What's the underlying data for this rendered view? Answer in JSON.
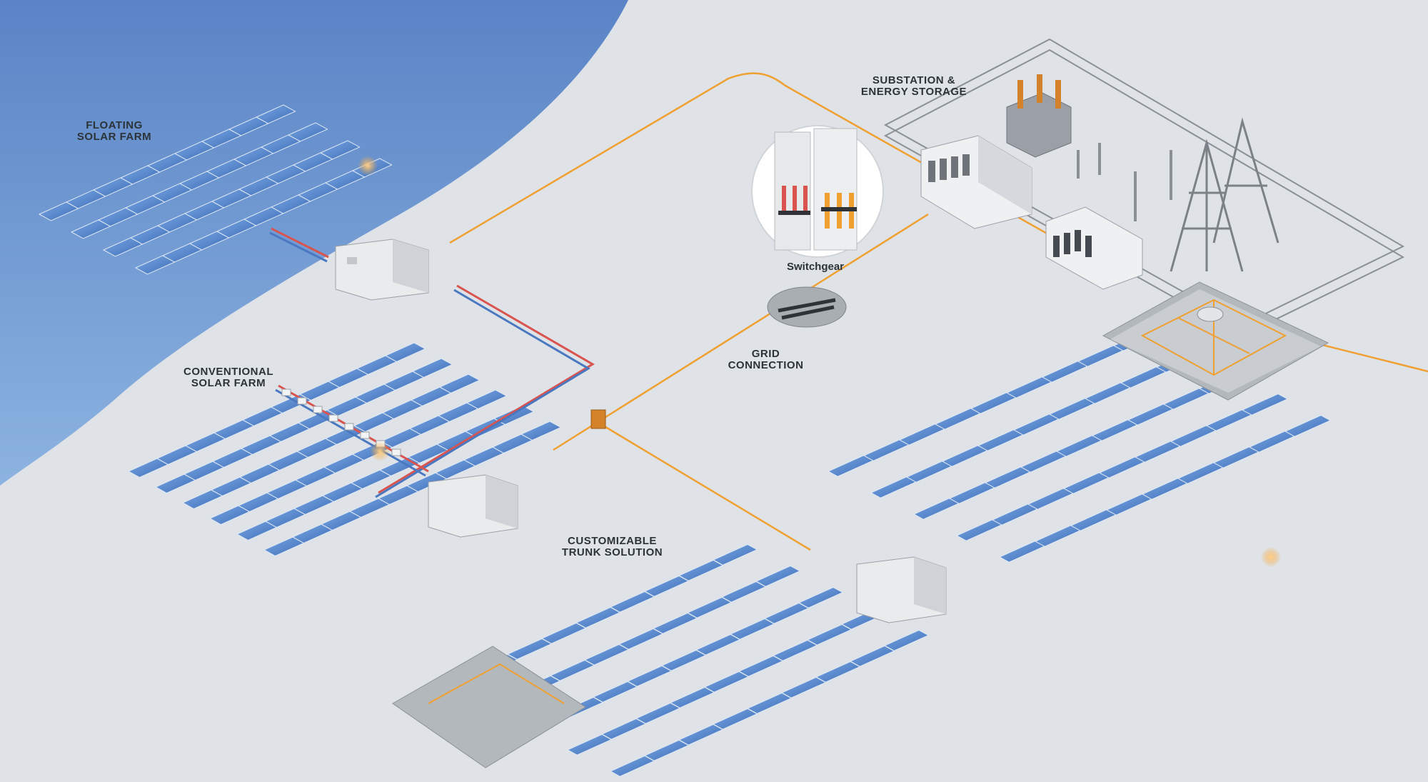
{
  "colors": {
    "ground": "#dfe3e7",
    "water": "#5f88c8",
    "water_light": "#8fb0de",
    "panel": "#5b8fd6",
    "panel_dark": "#3e6fb8",
    "cable_orange": "#f0a030",
    "cable_red": "#d9534f",
    "cable_blue": "#4a78c0",
    "cabinet": "#e9ebed",
    "fence": "#8a9096",
    "pit": "#b8bdc2"
  },
  "labels": {
    "floating": [
      "FLOATING",
      "SOLAR FARM"
    ],
    "conventional": [
      "CONVENTIONAL",
      "SOLAR FARM"
    ],
    "trunk": [
      "CUSTOMIZABLE",
      "TRUNK SOLUTION"
    ],
    "grid": [
      "GRID",
      "CONNECTION"
    ],
    "substation": [
      "SUBSTATION &",
      "ENERGY STORAGE"
    ],
    "switchgear": "Switchgear"
  },
  "icons": {
    "inverter_cabinet": "inverter-cabinet-icon",
    "junction_box": "junction-box-icon",
    "switchgear_detail": "switchgear-detail-icon",
    "transformer": "transformer-icon",
    "tower": "transmission-tower-icon"
  }
}
